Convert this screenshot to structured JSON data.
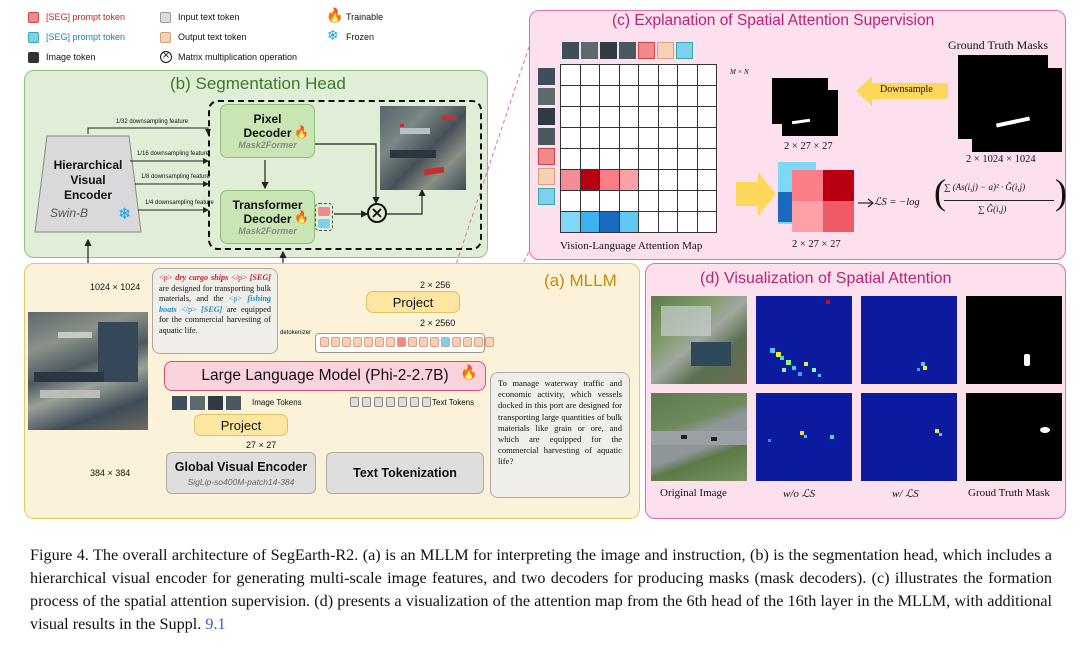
{
  "legend": {
    "seg_red": "[SEG] prompt token",
    "seg_blue": "[SEG] prompt token",
    "image_token": "Image token",
    "input_text": "Input text token",
    "output_text": "Output text token",
    "matmul": "Matrix multiplication operation",
    "trainable": "Trainable",
    "frozen": "Frozen"
  },
  "seg_head": {
    "title": "(b) Segmentation Head",
    "encoder_line1": "Hierarchical",
    "encoder_line2": "Visual",
    "encoder_line3": "Encoder",
    "encoder_sub": "Swin-B",
    "pixel_decoder": "Pixel Decoder",
    "pixel_sub": "Mask2Former",
    "transformer_decoder": "Transformer Decoder",
    "transformer_sub": "Mask2Former",
    "feat1": "1/32 downsampling feature",
    "feat2": "1/16 downsampling feature",
    "feat3": "1/8 downsampling feature",
    "feat4": "1/4 downsampling feature"
  },
  "mllm": {
    "title": "(a) MLLM",
    "llm": "Large Language Model (Phi-2-2.7B)",
    "project_top": "Project",
    "project_bottom": "Project",
    "dim_256": "2 × 256",
    "dim_2560": "2 × 2560",
    "dim_27": "27 × 27",
    "dim_1024": "1024 × 1024",
    "dim_384": "384 × 384",
    "detokenizer": "detokenizer",
    "image_tokens": "Image Tokens",
    "text_tokens": "Text Tokens",
    "gve": "Global Visual Encoder",
    "gve_sub": "SigLip-so400M-patch14-384",
    "tokenization": "Text Tokenization",
    "output_p1": "<p>",
    "output_ships": "dry cargo ships",
    "output_p2": "</p>",
    "output_seg1": "[SEG]",
    "output_mid": "are designed for transporting bulk materials, and the",
    "output_p3": "<p>",
    "output_boats": "fishing boats",
    "output_p4": "</p>",
    "output_seg2": "[SEG]",
    "output_end": "are equipped for the commercial harvesting of aquatic life.",
    "input_text": "To manage waterway traffic and economic activity, which vessels docked in this port are designed for transporting large quantities of bulk materials like grain or ore, and which are equipped for the commercial harvesting of aquatic life?"
  },
  "panel_c": {
    "title": "(c) Explanation of Spatial Attention Supervision",
    "mxn": "M × N",
    "gt_masks": "Ground Truth Masks",
    "downsample": "Downsample",
    "dim_a": "2 × 27 × 27",
    "dim_b": "2 × 1024 × 1024",
    "dim_c": "2 × 27 × 27",
    "attn_map": "Vision-Language Attention Map",
    "loss_lhs": "ℒS = −log",
    "loss_num": "∑ (As(i,j) − a)² · Ĝ(i,j)",
    "loss_den": "∑ Ĝ(i,j)",
    "loss_sub": "i,j"
  },
  "panel_d": {
    "title": "(d) Visualization of Spatial Attention",
    "col1": "Original Image",
    "col2": "w/o ℒS",
    "col3": "w/ ℒS",
    "col4": "Groud Truth Mask"
  },
  "caption": "Figure 4. The overall architecture of SegEarth-R2. (a) is an MLLM for interpreting the image and instruction, (b) is the segmentation head, which includes a hierarchical visual encoder for generating multi-scale image features, and two decoders for producing masks (mask decoders). (c) illustrates the formation process of the spatial attention supervision. (d) presents a visualization of the attention map from the 6th head of the 16th layer in the MLLM, with additional visual results in the Suppl.",
  "caption_ref": "9.1"
}
